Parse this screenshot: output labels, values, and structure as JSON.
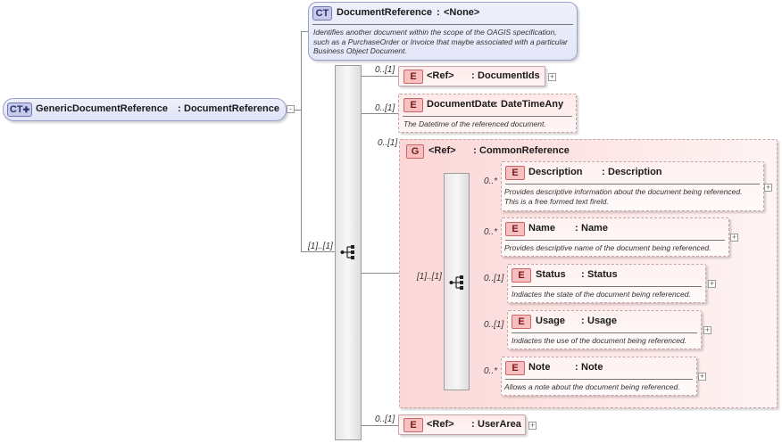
{
  "root": {
    "badge": "CT",
    "name": "GenericDocumentReference",
    "sep": ":",
    "type": "DocumentReference"
  },
  "base_type": {
    "badge": "CT",
    "name": "DocumentReference",
    "sep": ":",
    "type": "<None>",
    "description": "Identifies another document within the scope of the OAGIS specification, such as a PurchaseOrder or Invoice that maybe associated with a particular Business Object Document."
  },
  "main_sequence": {
    "cardinality": "[1]..[1]"
  },
  "elements": [
    {
      "badge": "E",
      "name": "<Ref>",
      "sep": ":",
      "type": "DocumentIds",
      "cardinality": "0..[1]",
      "description": ""
    },
    {
      "badge": "E",
      "name": "DocumentDate",
      "sep": ":",
      "type": "DateTimeAny",
      "cardinality": "0..[1]",
      "description": "The Datetime of the referenced document."
    },
    {
      "badge": "E",
      "name": "<Ref>",
      "sep": ":",
      "type": "UserArea",
      "cardinality": "0..[1]",
      "description": ""
    }
  ],
  "group": {
    "badge": "G",
    "name": "<Ref>",
    "sep": ":",
    "type": "CommonReference",
    "cardinality": "0..[1]",
    "sequence_cardinality": "[1]..[1]",
    "children": [
      {
        "badge": "E",
        "name": "Description",
        "sep": ":",
        "type": "Description",
        "cardinality": "0..*",
        "description_line1": "Provides descriptive information about the document being referenced.",
        "description_line2": "This is a free formed text fireld."
      },
      {
        "badge": "E",
        "name": "Name",
        "sep": ":",
        "type": "Name",
        "cardinality": "0..*",
        "description_line1": "Provides descriptive name of the document being referenced."
      },
      {
        "badge": "E",
        "name": "Status",
        "sep": ":",
        "type": "Status",
        "cardinality": "0..[1]",
        "description_line1": "Indiactes the state of the document being referenced."
      },
      {
        "badge": "E",
        "name": "Usage",
        "sep": ":",
        "type": "Usage",
        "cardinality": "0..[1]",
        "description_line1": "Indiactes the use of the document being referenced."
      },
      {
        "badge": "E",
        "name": "Note",
        "sep": ":",
        "type": "Note",
        "cardinality": "0..*",
        "description_line1": "Allows a note about the document being referenced."
      }
    ]
  },
  "expand_symbol": "+",
  "collapse_symbol": "-"
}
